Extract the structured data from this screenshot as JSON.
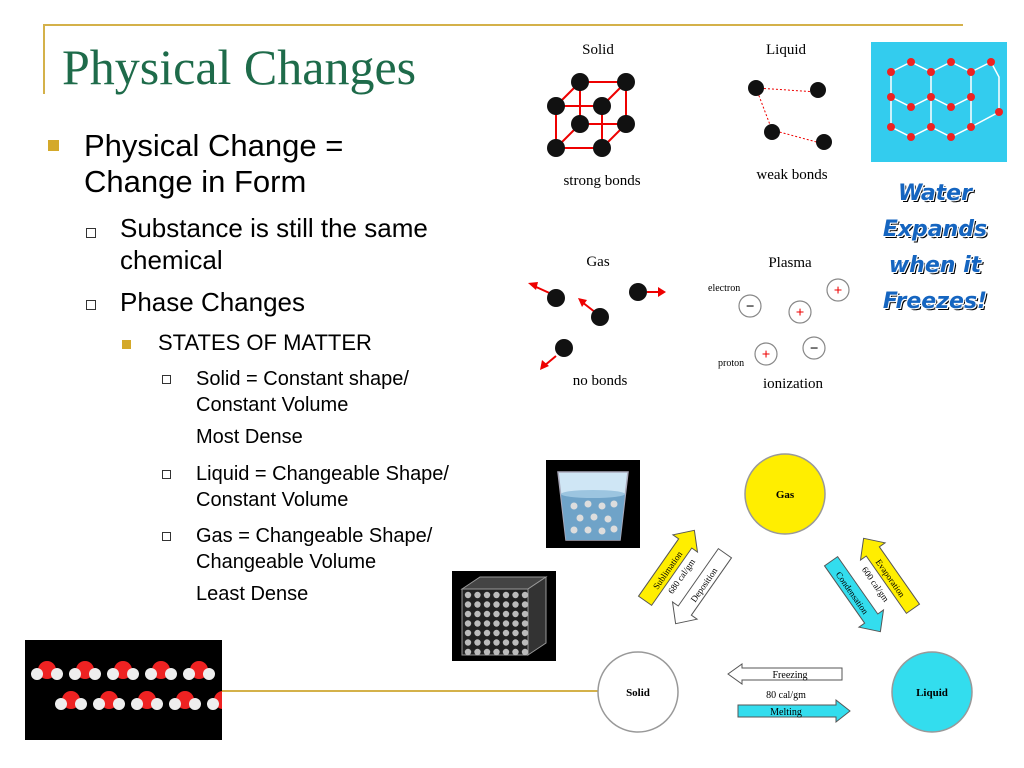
{
  "slide": {
    "title": "Physical Changes",
    "bullet1_line1": "Physical Change =",
    "bullet1_line2": "Change in Form",
    "sub1_line1": "Substance is still the same",
    "sub1_line2": "chemical",
    "sub2": "Phase Changes",
    "sub3": "STATES OF MATTER",
    "solid_line1": "Solid = Constant shape/",
    "solid_line2": "Constant Volume",
    "solid_note": "Most Dense",
    "liquid_line1": "Liquid = Changeable Shape/",
    "liquid_line2": "Constant Volume",
    "gas_line1": "Gas = Changeable Shape/",
    "gas_line2": "Changeable Volume",
    "gas_note": "Least Dense"
  },
  "states_diagram": {
    "solid_label": "Solid",
    "solid_caption": "strong bonds",
    "liquid_label": "Liquid",
    "liquid_caption": "weak bonds",
    "gas_label": "Gas",
    "gas_caption": "no bonds",
    "plasma_label": "Plasma",
    "plasma_caption": "ionization",
    "electron_label": "electron",
    "proton_label": "proton",
    "plus": "+",
    "minus": "−"
  },
  "water_callout": {
    "line1": "Water",
    "line2": "Expands",
    "line3": "when it",
    "line4": "Freezes!"
  },
  "phase_cycle": {
    "gas": "Gas",
    "solid": "Solid",
    "liquid": "Liquid",
    "sublimation": "Sublimation",
    "deposition": "Deposition",
    "sub_energy": "680 cal/gm",
    "evaporation": "Evaporation",
    "condensation": "Condensation",
    "evap_energy": "600 cal/gm",
    "freezing": "Freezing",
    "melting": "Melting",
    "melt_energy": "80 cal/gm",
    "colors": {
      "gas": "#ffee00",
      "liquid": "#33ddee",
      "solid": "#ffffff",
      "arrow_yellow": "#ffee00",
      "arrow_cyan": "#33ddee"
    }
  }
}
